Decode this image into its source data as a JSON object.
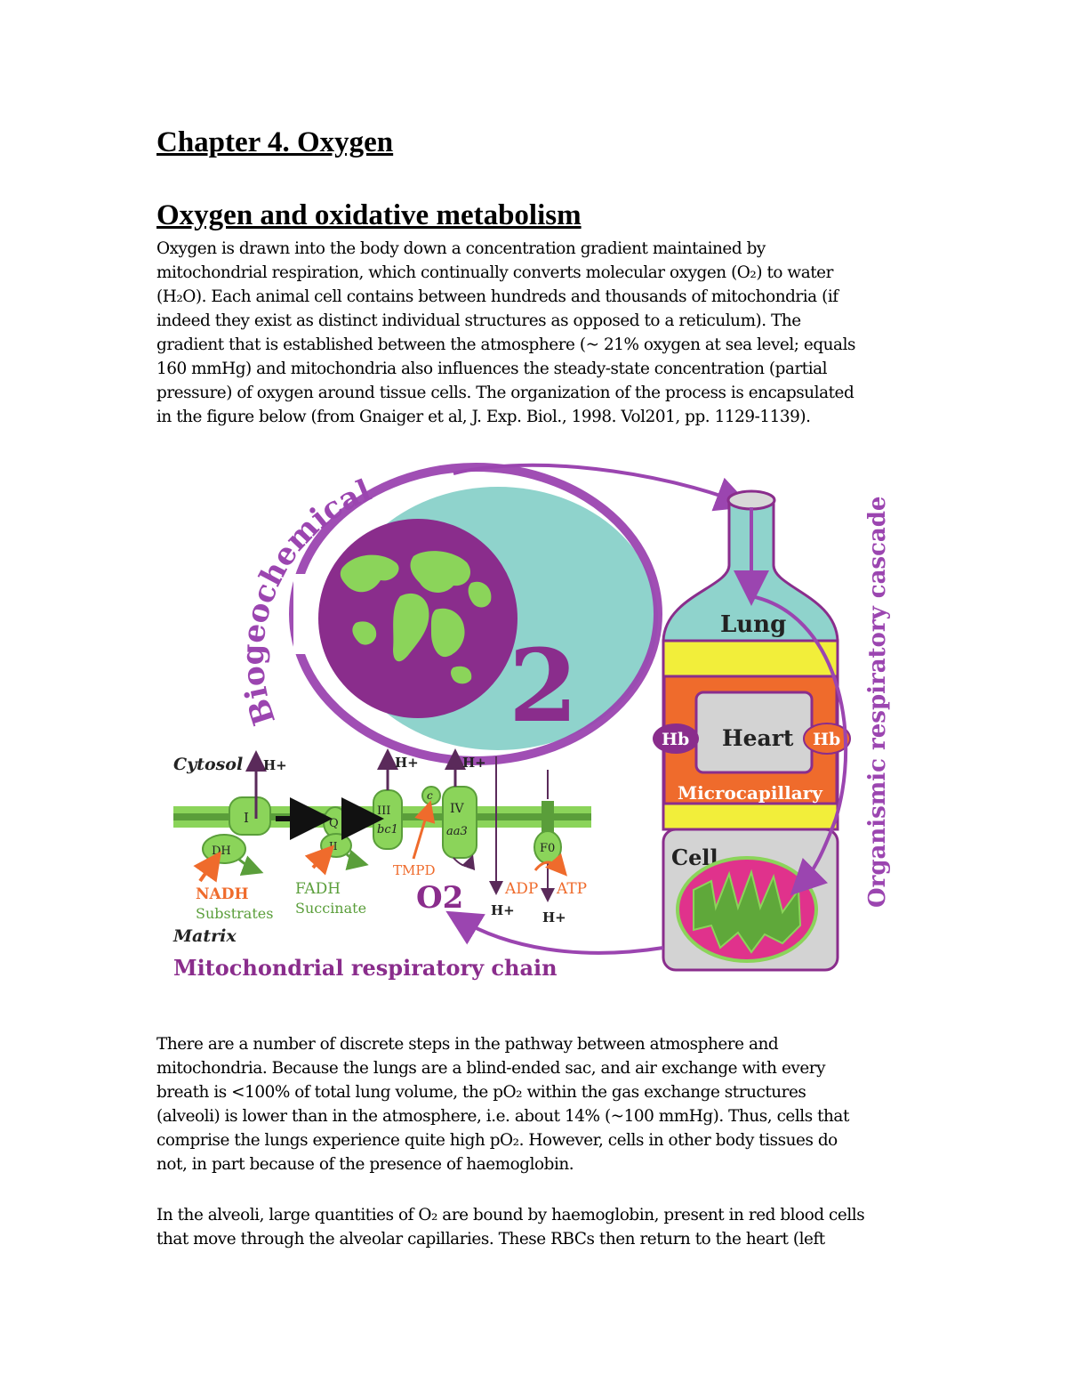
{
  "heading": {
    "chapter": "Chapter 4.  Oxygen",
    "section": "Oxygen and oxidative metabolism"
  },
  "paragraph1": [
    "Oxygen is drawn into the body down a concentration gradient maintained by",
    "mitochondrial respiration, which continually converts molecular oxygen (O₂) to water",
    "(H₂O).  Each animal cell contains between hundreds and thousands of mitochondria (if",
    "indeed they exist as distinct individual structures as opposed to a reticulum).  The",
    "gradient that is established between the atmosphere (~ 21% oxygen at sea level; equals",
    "160 mmHg) and mitochondria also influences the steady-state concentration (partial",
    "pressure) of oxygen around tissue cells.  The organization of the process is encapsulated",
    "in the figure below (from Gnaiger et al, J. Exp. Biol., 1998. Vol201, pp. 1129-1139)."
  ],
  "paragraph2": [
    "There are a number of discrete steps in the pathway between atmosphere and",
    "mitochondria.  Because the lungs are a blind-ended sac, and air exchange with every",
    "breath is <100% of total lung volume, the pO₂ within the gas exchange structures",
    "(alveoli) is lower than in the atmosphere, i.e. about 14% (~100 mmHg).  Thus, cells that",
    "comprise the lungs experience quite high pO₂.  However, cells in other body tissues do",
    "not, in part because of the presence of haemoglobin."
  ],
  "paragraph3": [
    "In the alveoli, large quantities of O₂ are bound by haemoglobin, present in red blood cells",
    "that move through the alveolar capillaries.  These RBCs then return to the heart (left"
  ],
  "figure": {
    "biogeochemical_label": "Biogeochemical cycle",
    "o2_o": "O",
    "o2_2": "2",
    "lung": "Lung",
    "heart": "Heart",
    "hb_left": "Hb",
    "hb_right": "Hb",
    "microcapillary": "Microcapillary",
    "cell": "Cell",
    "organismic_label": "Organismic respiratory cascade",
    "cytosol": "Cytosol",
    "matrix": "Matrix",
    "chain_title": "Mitochondrial respiratory chain",
    "h_plus": "H+",
    "complex_I": "I",
    "complex_Q": "Q",
    "complex_II": "II",
    "complex_III": "III",
    "complex_bc1": "bc1",
    "complex_c": "c",
    "complex_IV": "IV",
    "complex_aa3": "aa3",
    "complex_DH": "DH",
    "complex_F0": "F0",
    "nadh": "NADH",
    "substrates": "Substrates",
    "fadh": "FADH",
    "succinate": "Succinate",
    "tmpd": "TMPD",
    "o2_small": "O2",
    "adp": "ADP",
    "atp": "ATP"
  },
  "colors": {
    "teal": "#8fd3cc",
    "purple": "#8a2d8c",
    "violet": "#9b45b0",
    "green": "#8bd45a",
    "dark_green": "#5a9e3a",
    "orange": "#ef6b2c",
    "yellow": "#f2ee3a",
    "grey": "#d3d3d3",
    "pink": "#e0328c"
  }
}
